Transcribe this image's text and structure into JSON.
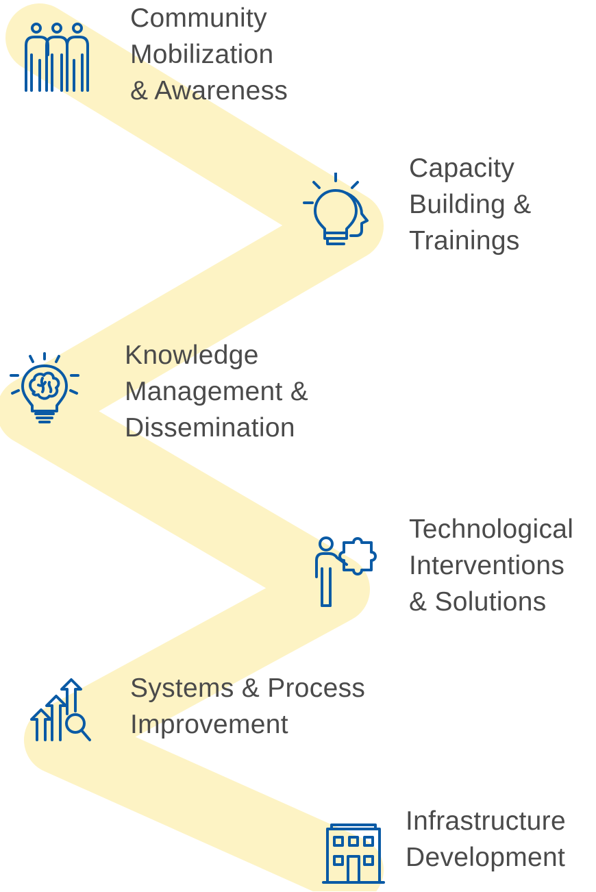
{
  "colors": {
    "path": "#fdf3c4",
    "icon": "#0a5aa5",
    "text": "#4a4a4a",
    "background": "#ffffff"
  },
  "steps": [
    {
      "icon": "people-group-icon",
      "lines": [
        "Community",
        "Mobilization",
        "& Awareness"
      ]
    },
    {
      "icon": "head-lightbulb-icon",
      "lines": [
        "Capacity",
        "Building &",
        "Trainings"
      ]
    },
    {
      "icon": "brain-lightbulb-icon",
      "lines": [
        "Knowledge",
        "Management &",
        "Dissemination"
      ]
    },
    {
      "icon": "person-puzzle-icon",
      "lines": [
        "Technological",
        "Interventions",
        "& Solutions"
      ]
    },
    {
      "icon": "growth-arrows-magnifier-icon",
      "lines": [
        "Systems & Process",
        "Improvement"
      ]
    },
    {
      "icon": "building-icon",
      "lines": [
        "Infrastructure",
        "Development"
      ]
    }
  ]
}
